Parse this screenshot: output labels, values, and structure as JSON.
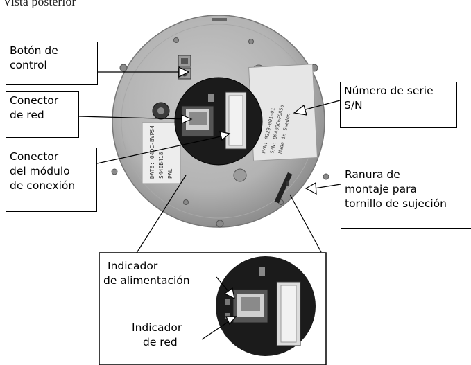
{
  "title": "Vista posterior",
  "labels": {
    "control_button": [
      "Botón de",
      "control"
    ],
    "network_connector": [
      "Conector",
      "de red"
    ],
    "module_connector": [
      "Conector",
      "del módulo",
      "de conexión"
    ],
    "serial_number": [
      "Número de serie",
      "S/N"
    ],
    "mounting_slot": [
      "Ranura de",
      "montaje para",
      "tornillo de sujeción"
    ],
    "power_indicator": [
      "Indicador",
      "de alimentación"
    ],
    "network_indicator": [
      "Indicador",
      "de red"
    ]
  },
  "sticker_left": [
    "DATE: 04DC-BVPS4",
    "S440B418",
    "PAL"
  ],
  "sticker_right": [
    "P/N: 0229-001-01",
    "S/N: 00408C6F9856",
    "Made in Sweden"
  ],
  "colors": {
    "housing": "#b9b9b9",
    "connector_area": "#1a1a1a",
    "line": "#000000"
  }
}
